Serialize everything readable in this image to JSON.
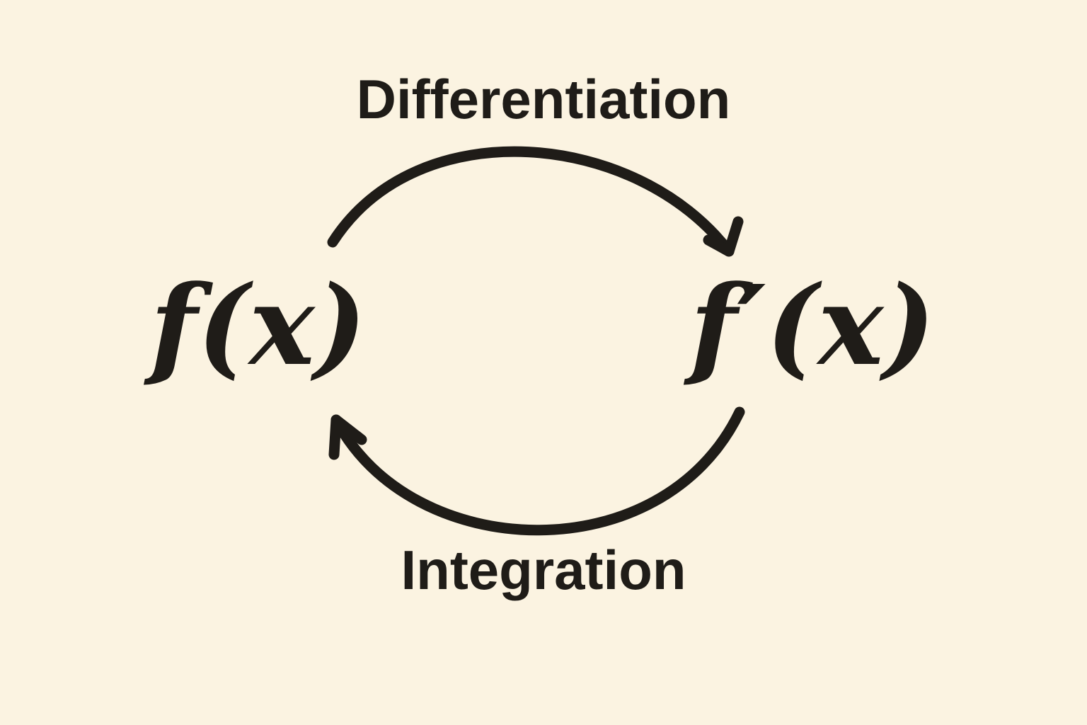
{
  "diagram": {
    "title_hint": "Differentiation and Integration inverse-relationship cycle",
    "background_color": "#fbf3e1",
    "ink_color": "#1f1c18",
    "top_label": "Differentiation",
    "bottom_label": "Integration",
    "left_node": "f(x)",
    "right_node": "f′(x)"
  }
}
